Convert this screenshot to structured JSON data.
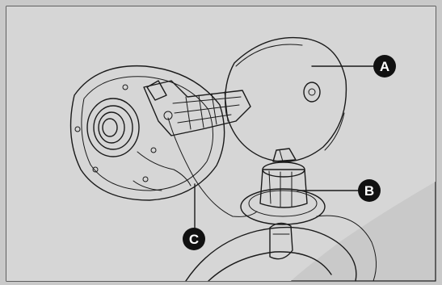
{
  "callouts": {
    "a": {
      "label": "A"
    },
    "b": {
      "label": "B"
    },
    "c": {
      "label": "C"
    }
  },
  "colors": {
    "background": "#c9c9c9",
    "panel": "#dcdcdc",
    "part_fill": "#ebebeb",
    "line": "#1a1a1a",
    "callout": "#111111"
  }
}
